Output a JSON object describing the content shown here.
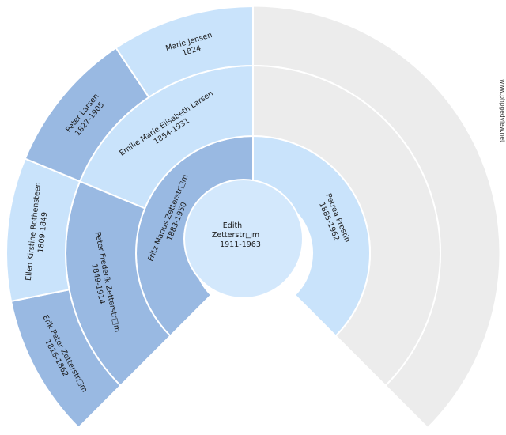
{
  "colors": {
    "light_blue": "#c9e3fb",
    "mid_blue": "#99b9e2",
    "empty_grey": "#ececec",
    "center_fill": "#d3e8fc"
  },
  "watermark": "www.phpgedview.net",
  "root": {
    "name_line1": "Edith",
    "name_line2": "Zetterstr□m",
    "dates": "1911-1963"
  },
  "persons": [
    {
      "id": "father",
      "gen": 1,
      "slot": 0,
      "name": "Fritz Marius Zetterstr□m",
      "dates": "1883-1950",
      "fill": "mid_blue"
    },
    {
      "id": "mother",
      "gen": 1,
      "slot": 1,
      "name": "Petrea Prestin",
      "dates": "1885-1962",
      "fill": "light_blue"
    },
    {
      "id": "paternal-grandfather",
      "gen": 2,
      "slot": 0,
      "name": "Peter Frederik Zetterstr□m",
      "dates": "1849-1914",
      "fill": "mid_blue"
    },
    {
      "id": "paternal-grandmother",
      "gen": 2,
      "slot": 1,
      "name": "Emilie Marie Elisabeth Larsen",
      "dates": "1854-1931",
      "fill": "light_blue"
    },
    {
      "id": "ggf-zetterstrom",
      "gen": 3,
      "slot": 0,
      "name": "Erik Peter Zetterstr□m",
      "dates": "1816-1862",
      "fill": "mid_blue"
    },
    {
      "id": "ggm-rothensteen",
      "gen": 3,
      "slot": 1,
      "name": "Ellen Kirstine Rothensteen",
      "dates": "1809-1849",
      "fill": "light_blue"
    },
    {
      "id": "ggf-larsen",
      "gen": 3,
      "slot": 2,
      "name": "Peter Larsen",
      "dates": "1827-1905",
      "fill": "mid_blue"
    },
    {
      "id": "ggm-jensen",
      "gen": 3,
      "slot": 3,
      "name": "Marie Jensen",
      "dates": "1824",
      "fill": "light_blue"
    }
  ]
}
